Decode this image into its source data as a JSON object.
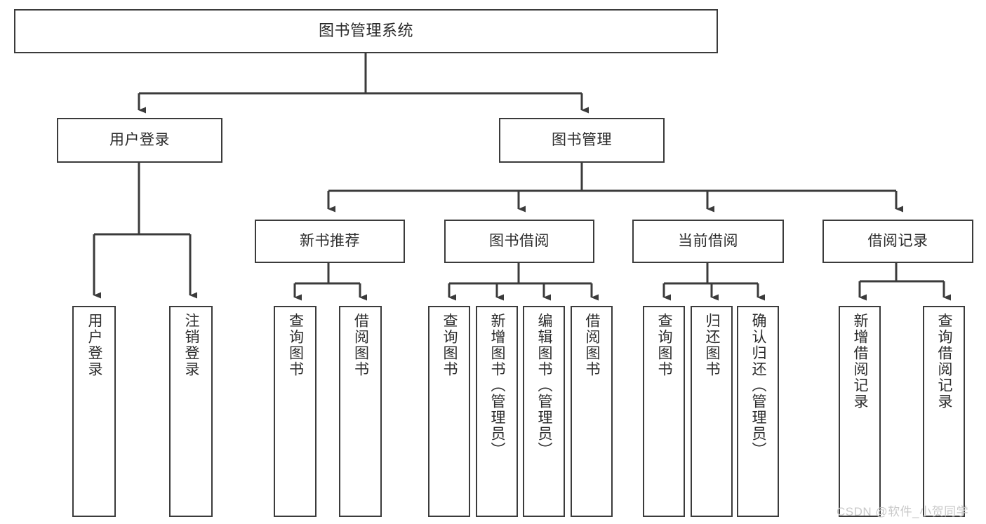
{
  "diagram": {
    "type": "hierarchy-tree",
    "title": "图书管理系统",
    "watermark": "CSDN @软件_小贺同学",
    "colors": {
      "stroke": "#3b3b3b",
      "box_fill": "#ffffff",
      "text": "#2b2b2b",
      "background": "#ffffff",
      "watermark": "#c9c9c9"
    },
    "levels": {
      "root": "图书管理系统",
      "level2": [
        "用户登录",
        "图书管理"
      ],
      "level3": [
        "新书推荐",
        "图书借阅",
        "当前借阅",
        "借阅记录"
      ]
    },
    "nodes": {
      "root": {
        "label": "图书管理系统"
      },
      "user_login": {
        "label": "用户登录"
      },
      "book_manage": {
        "label": "图书管理"
      },
      "new_book_rec": {
        "label": "新书推荐"
      },
      "book_borrow": {
        "label": "图书借阅"
      },
      "current_borrow": {
        "label": "当前借阅"
      },
      "borrow_record": {
        "label": "借阅记录"
      },
      "leaf_user_login": {
        "label": "用户登录"
      },
      "leaf_logout": {
        "label": "注销登录"
      },
      "leaf_query_book_1": {
        "label": "查询图书"
      },
      "leaf_borrow_book_1": {
        "label": "借阅图书"
      },
      "leaf_query_book_2": {
        "label": "查询图书"
      },
      "leaf_add_book_admin": {
        "label": "新增图书（管理员）"
      },
      "leaf_edit_book_admin": {
        "label": "编辑图书（管理员）"
      },
      "leaf_borrow_book_2": {
        "label": "借阅图书"
      },
      "leaf_query_book_3": {
        "label": "查询图书"
      },
      "leaf_return_book": {
        "label": "归还图书"
      },
      "leaf_confirm_return_admin": {
        "label": "确认归还（管理员）"
      },
      "leaf_add_borrow_record": {
        "label": "新增借阅记录"
      },
      "leaf_query_borrow_record": {
        "label": "查询借阅记录"
      }
    },
    "edges": [
      {
        "from": "root",
        "to": "user_login"
      },
      {
        "from": "root",
        "to": "book_manage"
      },
      {
        "from": "user_login",
        "to": "leaf_user_login"
      },
      {
        "from": "user_login",
        "to": "leaf_logout"
      },
      {
        "from": "book_manage",
        "to": "new_book_rec"
      },
      {
        "from": "book_manage",
        "to": "book_borrow"
      },
      {
        "from": "book_manage",
        "to": "current_borrow"
      },
      {
        "from": "book_manage",
        "to": "borrow_record"
      },
      {
        "from": "new_book_rec",
        "to": "leaf_query_book_1"
      },
      {
        "from": "new_book_rec",
        "to": "leaf_borrow_book_1"
      },
      {
        "from": "book_borrow",
        "to": "leaf_query_book_2"
      },
      {
        "from": "book_borrow",
        "to": "leaf_add_book_admin"
      },
      {
        "from": "book_borrow",
        "to": "leaf_edit_book_admin"
      },
      {
        "from": "book_borrow",
        "to": "leaf_borrow_book_2"
      },
      {
        "from": "current_borrow",
        "to": "leaf_query_book_3"
      },
      {
        "from": "current_borrow",
        "to": "leaf_return_book"
      },
      {
        "from": "current_borrow",
        "to": "leaf_confirm_return_admin"
      },
      {
        "from": "borrow_record",
        "to": "leaf_add_borrow_record"
      },
      {
        "from": "borrow_record",
        "to": "leaf_query_borrow_record"
      }
    ]
  }
}
